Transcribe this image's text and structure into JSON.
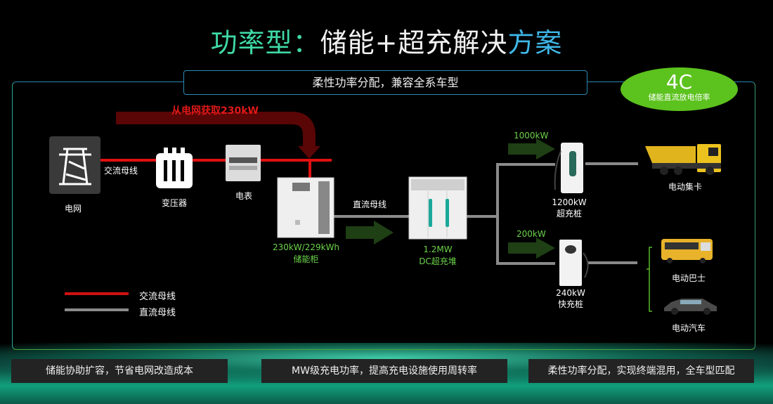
{
  "header": {
    "title_part1": "功率型：",
    "title_part2": "储能+超充解决",
    "title_part3": "方案",
    "subtitle": "柔性功率分配，兼容全系车型"
  },
  "badge": {
    "value": "4C",
    "label": "储能直流放电倍率",
    "color": "#5cc21e"
  },
  "diagram": {
    "grid_draw_label": "从电网获取230kW",
    "ac_bus_label": "交流母线",
    "dc_bus_label": "直流母线",
    "nodes": {
      "grid": "电网",
      "transformer": "变压器",
      "meter": "电表",
      "storage_spec": "230kW/229kWh",
      "storage_name": "储能柜",
      "stack_spec": "1.2MW",
      "stack_name": "DC超充堆",
      "super_charger_spec": "1200kW",
      "super_charger_name": "超充桩",
      "fast_charger_spec": "240kW",
      "fast_charger_name": "快充桩",
      "truck": "电动集卡",
      "bus": "电动巴士",
      "car": "电动汽车"
    },
    "flows": {
      "upper": "1000kW",
      "lower": "200kW"
    },
    "colors": {
      "ac_bus": "#e01010",
      "dc_bus": "#8a8a8a",
      "flow_arrow": "#1f3f14",
      "accent_green": "#6cd34a"
    }
  },
  "legend": [
    {
      "label": "交流母线",
      "color": "#d01010"
    },
    {
      "label": "直流母线",
      "color": "#8a8a8a"
    }
  ],
  "footer": {
    "items": [
      "储能协助扩容，节省电网改造成本",
      "MW级充电功率，提高充电设施使用周转率",
      "柔性功率分配，实现终端混用，全车型匹配"
    ]
  }
}
